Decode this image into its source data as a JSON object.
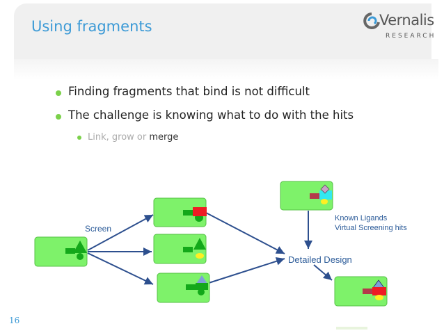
{
  "slide": {
    "title": "Using fragments",
    "page_number": "16"
  },
  "logo": {
    "name": "Vernalis",
    "subtitle": "RESEARCH"
  },
  "bullets": [
    {
      "text": "Finding fragments that bind is not difficult",
      "level": 1
    },
    {
      "text": "The challenge is knowing what to do with the hits",
      "level": 1
    },
    {
      "text_plain": "Link, grow or ",
      "text_highlight": "merge",
      "level": 2
    }
  ],
  "diagram": {
    "labels": {
      "screen": "Screen",
      "detailed_design": "Detailed Design",
      "known_ligands": "Known Ligands",
      "virtual_screening": "Virtual Screening hits"
    },
    "colors": {
      "box_fill": "#7ef26a",
      "box_stroke": "#55c046",
      "fragment_green": "#13a81a",
      "fragment_red": "#ee1c24",
      "fragment_yellow": "#ffef22",
      "fragment_blue": "#7f9fd8",
      "fragment_cyan": "#33e8f0",
      "fragment_pink": "#c9a0c8",
      "linker_maroon": "#b43a4a",
      "arrow": "#2d4f8e",
      "accent": "#3c9ad6",
      "bullet": "#7bd14a"
    }
  }
}
